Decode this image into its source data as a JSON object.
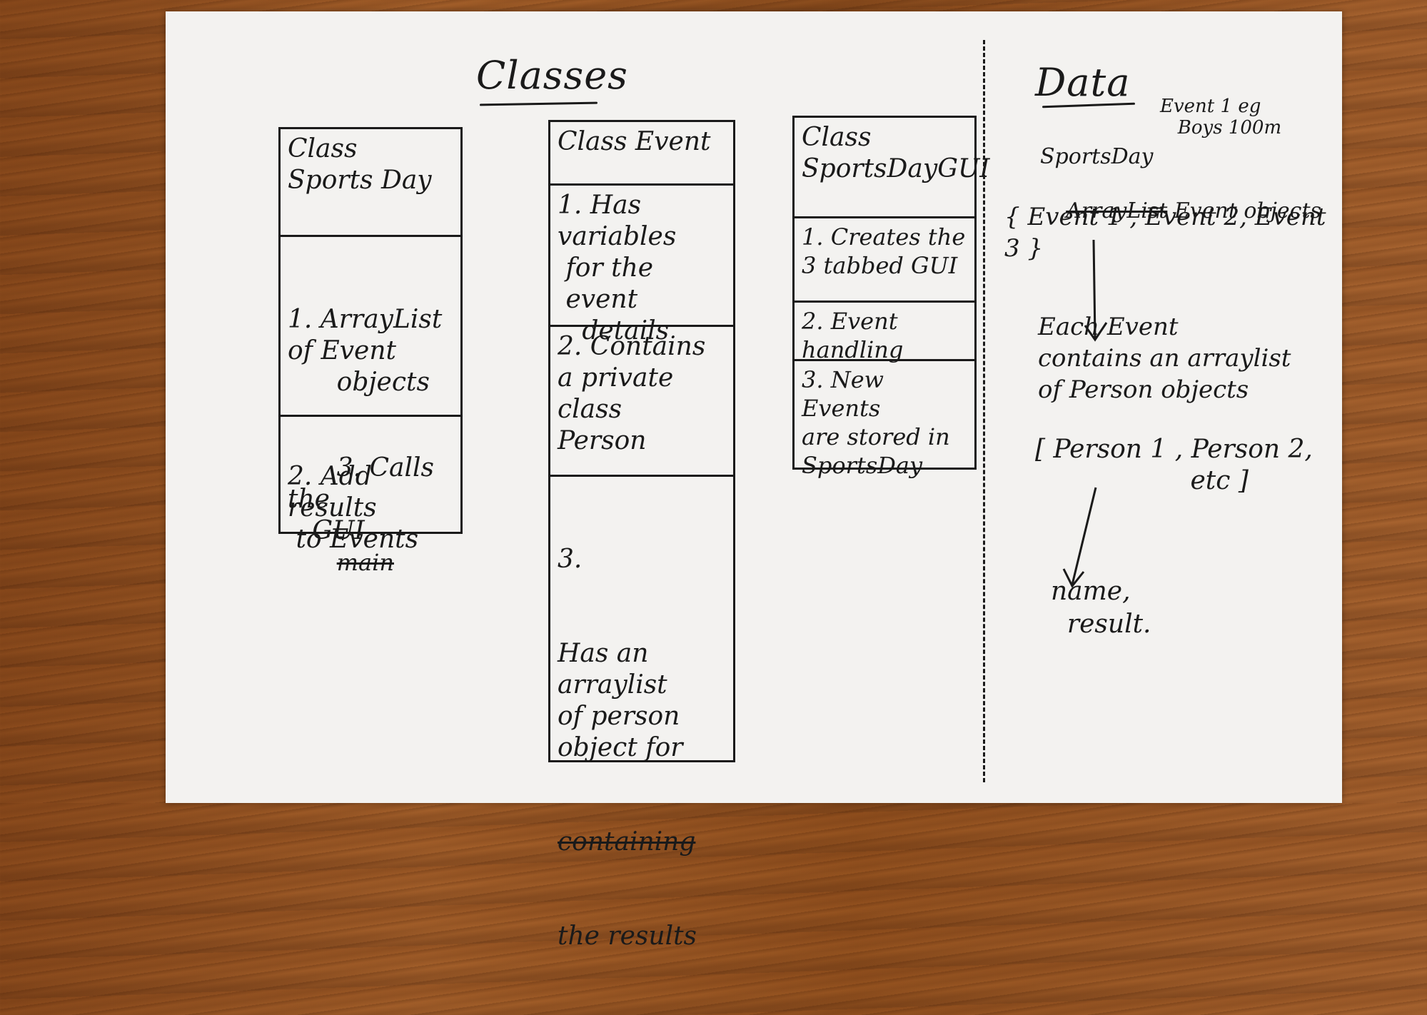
{
  "classes_heading": "Classes",
  "data_heading": "Data",
  "class_sportsday": {
    "title": "Class\nSports Day",
    "item1": "1. ArrayList\nof Event\n      objects",
    "item2": "2. Add results\n to Events",
    "item3": "3. Calls the\n   GUI",
    "item3_struck": "main"
  },
  "class_event": {
    "title": "Class Event",
    "item1": "1. Has variables\n for the\n event\n   details",
    "item2": "2. Contains\na private\nclass\nPerson",
    "item3_number": "3.",
    "item3": "Has an\narraylist\nof person\nobject for",
    "item3_struck": "containing",
    "item3_end": "the results"
  },
  "class_gui": {
    "title": "Class\nSportsDayGUI",
    "item1": "1. Creates the\n3 tabbed GUI",
    "item2": "2. Event handling",
    "item3": "3. New Events\nare stored in\nSportsDay"
  },
  "data_notes": {
    "event_eg": "Event 1 eg\n   Boys 100m",
    "sportsday": "SportsDay",
    "arraylist_struck": "ArrayList",
    "arraylist_rest": " Event objects",
    "events_list": "{ Event 1 , Event 2, Event 3 }",
    "each_event": "Each Event\ncontains an arraylist\nof Person objects",
    "persons_list": "[ Person 1 , Person 2,\n                   etc ]",
    "fields": "name,\n  result."
  }
}
